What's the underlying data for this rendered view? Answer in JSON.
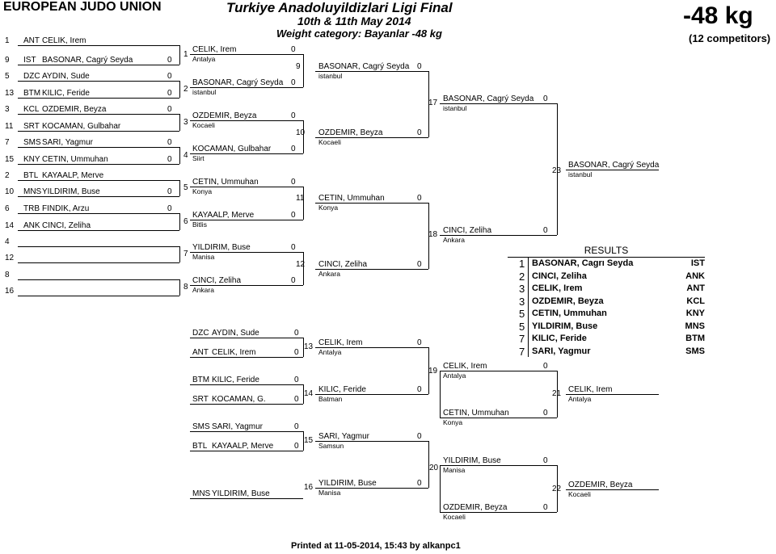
{
  "header": {
    "org": "EUROPEAN JUDO UNION",
    "title": "Turkiye Anadoluyildizlari Ligi Final",
    "dates": "10th & 11th May 2014",
    "weight": "Weight category: Bayanlar -48 kg",
    "category": "-48 kg",
    "competitors": "(12 competitors)"
  },
  "footer": {
    "printed": "Printed at 11-05-2014, 15:43 by alkanpc1"
  },
  "draw": [
    {
      "no": "1",
      "code": "ANT",
      "name": "CELIK, Irem",
      "score": ""
    },
    {
      "no": "9",
      "code": "IST",
      "name": "BASONAR, Cagrý Seyda",
      "score": "0"
    },
    {
      "no": "5",
      "code": "DZC",
      "name": "AYDIN, Sude",
      "score": "0"
    },
    {
      "no": "13",
      "code": "BTM",
      "name": "KILIC, Feride",
      "score": "0"
    },
    {
      "no": "3",
      "code": "KCL",
      "name": "OZDEMIR, Beyza",
      "score": "0"
    },
    {
      "no": "11",
      "code": "SRT",
      "name": "KOCAMAN, Gulbahar",
      "score": ""
    },
    {
      "no": "7",
      "code": "SMS",
      "name": "SARI, Yagmur",
      "score": "0"
    },
    {
      "no": "15",
      "code": "KNY",
      "name": "CETIN, Ummuhan",
      "score": "0"
    },
    {
      "no": "2",
      "code": "BTL",
      "name": "KAYAALP, Merve",
      "score": ""
    },
    {
      "no": "10",
      "code": "MNS",
      "name": "YILDIRIM, Buse",
      "score": "0"
    },
    {
      "no": "6",
      "code": "TRB",
      "name": "FINDIK, Arzu",
      "score": "0"
    },
    {
      "no": "14",
      "code": "ANK",
      "name": "CINCI, Zeliha",
      "score": ""
    },
    {
      "no": "4",
      "code": "",
      "name": "",
      "score": ""
    },
    {
      "no": "12",
      "code": "",
      "name": "",
      "score": ""
    },
    {
      "no": "8",
      "code": "",
      "name": "",
      "score": ""
    },
    {
      "no": "16",
      "code": "",
      "name": "",
      "score": ""
    }
  ],
  "round1": [
    {
      "no": "1",
      "top": {
        "name": "CELIK, Irem",
        "club": "Antalya",
        "score": "0"
      },
      "bottom": {
        "name": "BASONAR, Cagrý Seyda",
        "club": "istanbul",
        "score": "0"
      }
    },
    {
      "no": "2",
      "top": {
        "name": "",
        "club": "",
        "score": ""
      },
      "bottom": {
        "name": "",
        "club": "",
        "score": ""
      }
    },
    {
      "no": "3",
      "top": {
        "name": "OZDEMIR, Beyza",
        "club": "Kocaeli",
        "score": "0"
      },
      "bottom": {
        "name": "KOCAMAN, Gulbahar",
        "club": "Siirt",
        "score": "0"
      }
    },
    {
      "no": "4",
      "top": {
        "name": "",
        "club": "",
        "score": ""
      },
      "bottom": {
        "name": "",
        "club": "",
        "score": ""
      }
    },
    {
      "no": "5",
      "top": {
        "name": "CETIN, Ummuhan",
        "club": "Konya",
        "score": "0"
      },
      "bottom": {
        "name": "KAYAALP, Merve",
        "club": "Bitlis",
        "score": "0"
      }
    },
    {
      "no": "6",
      "top": {
        "name": "",
        "club": "",
        "score": ""
      },
      "bottom": {
        "name": "",
        "club": "",
        "score": ""
      }
    },
    {
      "no": "7",
      "top": {
        "name": "YILDIRIM, Buse",
        "club": "Manisa",
        "score": "0"
      },
      "bottom": {
        "name": "CINCI, Zeliha",
        "club": "Ankara",
        "score": "0"
      }
    },
    {
      "no": "8",
      "top": {
        "name": "",
        "club": "",
        "score": ""
      },
      "bottom": {
        "name": "",
        "club": "",
        "score": ""
      }
    }
  ],
  "round2": [
    {
      "no": "9",
      "name": "BASONAR, Cagrý Seyda",
      "club": "istanbul",
      "score": "0"
    },
    {
      "no": "10",
      "name": "OZDEMIR, Beyza",
      "club": "Kocaeli",
      "score": "0"
    },
    {
      "no": "11",
      "name": "CETIN, Ummuhan",
      "club": "Konya",
      "score": "0"
    },
    {
      "no": "12",
      "name": "CINCI, Zeliha",
      "club": "Ankara",
      "score": "0"
    }
  ],
  "round3": [
    {
      "no": "17",
      "name": "BASONAR, Cagrý Seyda",
      "club": "istanbul",
      "score": "0"
    },
    {
      "no": "18",
      "name": "CINCI, Zeliha",
      "club": "Ankara",
      "score": "0"
    }
  ],
  "final": {
    "no": "23",
    "name": "BASONAR, Cagrý Seyda",
    "club": "istanbul"
  },
  "repechage_entries": [
    {
      "code": "DZC",
      "name": "AYDIN, Sude",
      "score": "0"
    },
    {
      "code": "ANT",
      "name": "CELIK, Irem",
      "score": "0"
    },
    {
      "code": "BTM",
      "name": "KILIC, Feride",
      "score": "0"
    },
    {
      "code": "SRT",
      "name": "KOCAMAN, G.",
      "score": "0"
    },
    {
      "code": "SMS",
      "name": "SARI, Yagmur",
      "score": "0"
    },
    {
      "code": "BTL",
      "name": "KAYAALP, Merve",
      "score": "0"
    },
    {
      "code": "MNS",
      "name": "YILDIRIM, Buse",
      "score": ""
    }
  ],
  "repechage_r1": [
    {
      "no": "13",
      "name": "CELIK, Irem",
      "club": "Antalya",
      "score": "0"
    },
    {
      "no": "14",
      "name": "KILIC, Feride",
      "club": "Batman",
      "score": "0"
    },
    {
      "no": "15",
      "name": "SARI, Yagmur",
      "club": "Samsun",
      "score": "0"
    },
    {
      "no": "16",
      "name": "YILDIRIM, Buse",
      "club": "Manisa",
      "score": "0"
    }
  ],
  "repechage_r2": [
    {
      "no": "19",
      "name": "CELIK, Irem",
      "club": "Antalya",
      "score": "0"
    },
    {
      "no": "",
      "name": "CETIN, Ummuhan",
      "club": "Konya",
      "score": "0"
    },
    {
      "no": "20",
      "name": "YILDIRIM, Buse",
      "club": "Manisa",
      "score": "0"
    },
    {
      "no": "",
      "name": "OZDEMIR, Beyza",
      "club": "Kocaeli",
      "score": "0"
    }
  ],
  "bronze": [
    {
      "no": "21",
      "name": "CELIK, Irem",
      "club": "Antalya"
    },
    {
      "no": "22",
      "name": "OZDEMIR, Beyza",
      "club": "Kocaeli"
    }
  ],
  "results": {
    "title": "RESULTS",
    "rows": [
      {
        "rank": "1",
        "name": "BASONAR, Cagrı Seyda",
        "code": "IST"
      },
      {
        "rank": "2",
        "name": "CINCI, Zeliha",
        "code": "ANK"
      },
      {
        "rank": "3",
        "name": "CELIK, Irem",
        "code": "ANT"
      },
      {
        "rank": "3",
        "name": "OZDEMIR, Beyza",
        "code": "KCL"
      },
      {
        "rank": "5",
        "name": "CETIN, Ummuhan",
        "code": "KNY"
      },
      {
        "rank": "5",
        "name": "YILDIRIM, Buse",
        "code": "MNS"
      },
      {
        "rank": "7",
        "name": "KILIC, Feride",
        "code": "BTM"
      },
      {
        "rank": "7",
        "name": "SARI, Yagmur",
        "code": "SMS"
      }
    ]
  }
}
